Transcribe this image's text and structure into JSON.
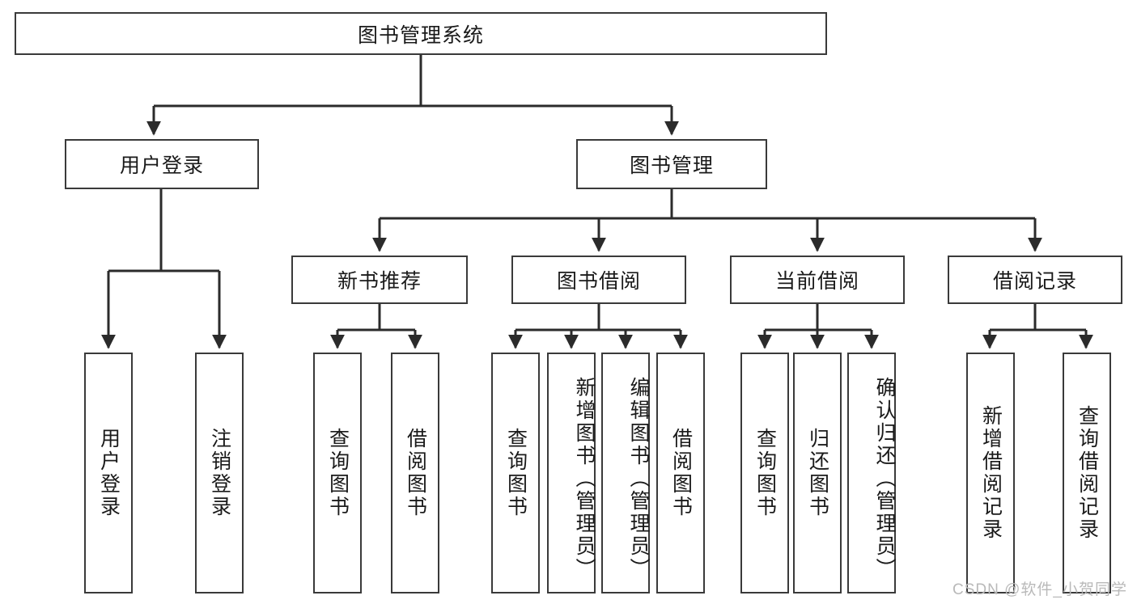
{
  "diagram": {
    "title": "图书管理系统",
    "type": "tree-hierarchy",
    "watermark": "CSDN @软件_小贺同学",
    "colors": {
      "box_border": "#3a3a3a",
      "box_fill": "#ffffff",
      "connector": "#2b2b2b",
      "text": "#1a1a1a",
      "watermark": "#b9b9b9"
    },
    "root": {
      "label": "图书管理系统"
    },
    "level2": [
      {
        "label": "用户登录"
      },
      {
        "label": "图书管理"
      }
    ],
    "level3": [
      {
        "label": "新书推荐"
      },
      {
        "label": "图书借阅"
      },
      {
        "label": "当前借阅"
      },
      {
        "label": "借阅记录"
      }
    ],
    "leaves": {
      "user_login": [
        {
          "label": "用户登录"
        },
        {
          "label": "注销登录"
        }
      ],
      "new_book_recommend": [
        {
          "label": "查询图书"
        },
        {
          "label": "借阅图书"
        }
      ],
      "book_borrow": [
        {
          "label": "查询图书"
        },
        {
          "label": "新增图书（管理员）"
        },
        {
          "label": "编辑图书（管理员）"
        },
        {
          "label": "借阅图书"
        }
      ],
      "current_borrow": [
        {
          "label": "查询图书"
        },
        {
          "label": "归还图书"
        },
        {
          "label": "确认归还（管理员）"
        }
      ],
      "borrow_record": [
        {
          "label": "新增借阅记录"
        },
        {
          "label": "查询借阅记录"
        }
      ]
    }
  }
}
